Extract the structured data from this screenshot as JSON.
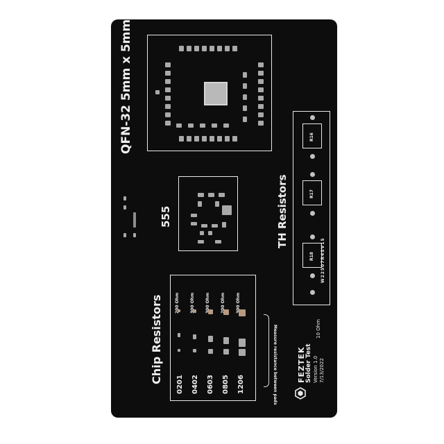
{
  "board": {
    "qfn_title": "QFN-32 5mm x 5mm",
    "ic_555_label": "555",
    "th_resistors_title": "TH Resistors",
    "chip_resistors_title": "Chip Resistors",
    "chip_sizes": [
      "0201",
      "0402",
      "0603",
      "0805",
      "1206"
    ],
    "resistance_values": [
      "200 Ohm",
      "300 Ohm",
      "300 Ohm",
      "200 Ohm",
      "300 Ohm"
    ],
    "measure_note": "Measure resistance between pads",
    "th_value": "10 Ohm",
    "serial": "W22507R4SV15",
    "r_labels": [
      "R16",
      "R17",
      "R18"
    ],
    "brand": "FEZTEK",
    "product": "Solder Test",
    "version": "Version 1.0",
    "date": "7/13/2022"
  },
  "colors": {
    "board": "#0d0d0e",
    "silkscreen": "#e9e9e9",
    "pad": "#a9a9a9"
  }
}
